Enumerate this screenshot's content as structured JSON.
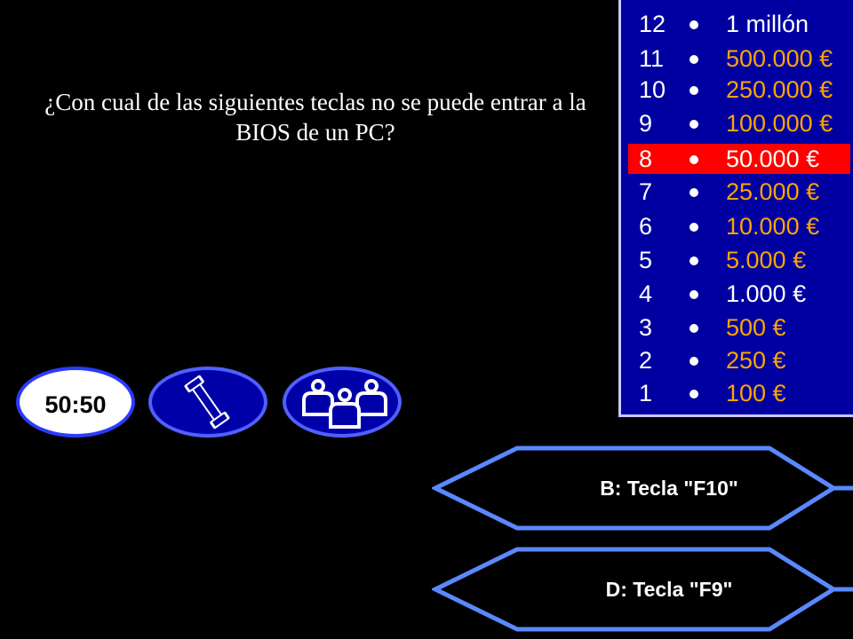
{
  "question": {
    "text": "¿Con cual de las siguientes teclas no se puede entrar a la BIOS de un PC?"
  },
  "ladder": [
    {
      "level": "12",
      "amount": "1 millón",
      "state": "milestone"
    },
    {
      "level": "11",
      "amount": "500.000 €",
      "state": "normal"
    },
    {
      "level": "10",
      "amount": "250.000 €",
      "state": "normal"
    },
    {
      "level": "9",
      "amount": "100.000 €",
      "state": "normal"
    },
    {
      "level": "8",
      "amount": "50.000 €",
      "state": "current"
    },
    {
      "level": "7",
      "amount": "25.000 €",
      "state": "normal"
    },
    {
      "level": "6",
      "amount": "10.000 €",
      "state": "normal"
    },
    {
      "level": "5",
      "amount": "5.000 €",
      "state": "normal"
    },
    {
      "level": "4",
      "amount": "1.000 €",
      "state": "milestone"
    },
    {
      "level": "3",
      "amount": "500 €",
      "state": "normal"
    },
    {
      "level": "2",
      "amount": "250 €",
      "state": "normal"
    },
    {
      "level": "1",
      "amount": "100 €",
      "state": "normal"
    }
  ],
  "lifelines": {
    "fifty_fifty_label": "50:50",
    "phone_icon": "phone-icon",
    "audience_icon": "audience-icon"
  },
  "answers": {
    "b": {
      "label": "B: Tecla \"F10\""
    },
    "d": {
      "label": "D: Tecla \"F9\""
    }
  },
  "colors": {
    "background": "#000000",
    "panel": "#0000a0",
    "ladder_amount": "#ffa500",
    "current_level": "#ff0000",
    "answer_border": "#5a88ff"
  }
}
